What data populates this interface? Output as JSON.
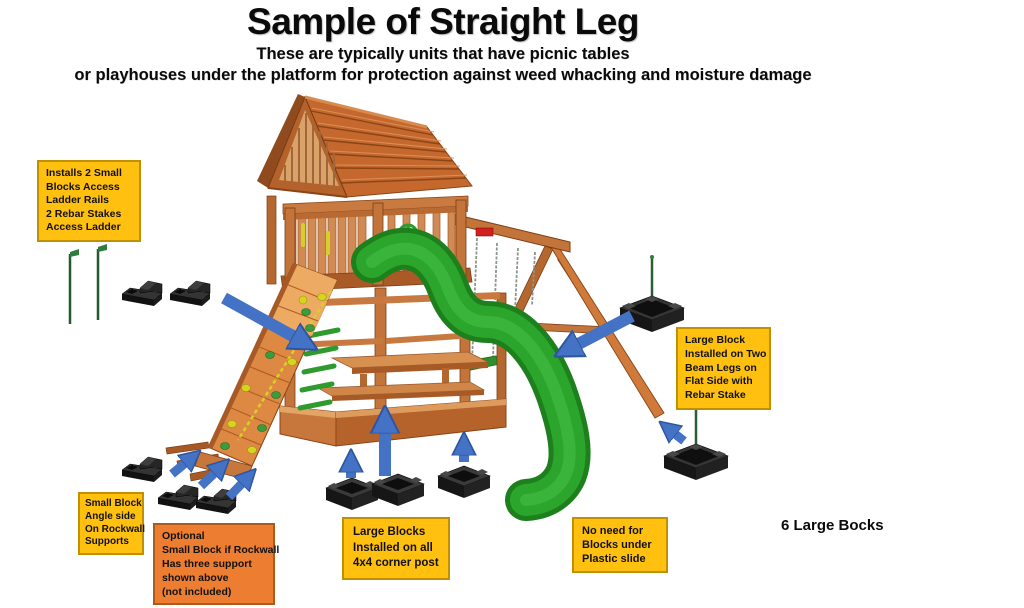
{
  "page": {
    "title": "Sample of Straight Leg",
    "subtitle_line1": "These are typically units that have picnic tables",
    "subtitle_line2": "or playhouses under the platform for protection against weed whacking and moisture damage"
  },
  "colors": {
    "label_yellow": "#FFC010",
    "label_yellow_border": "#BF9000",
    "label_orange": "#ED7D31",
    "label_orange_border": "#AC5A1E",
    "arrow_blue": "#4472C4",
    "wood_mid": "#C8773C",
    "roof_orange": "#C4682E",
    "slide_green": "#2CA52C",
    "block_black": "#1E1E1E",
    "stake_green": "#2E6B3A",
    "brand_badge_red": "#CF1F1F"
  },
  "annotations": {
    "installs": {
      "lines": [
        "Installs 2 Small",
        "Blocks Access",
        "Ladder Rails",
        "2 Rebar Stakes",
        "Access Ladder"
      ]
    },
    "large_block_beam": {
      "lines": [
        "Large Block",
        "Installed on Two",
        "Beam Legs on",
        "Flat Side with",
        "Rebar Stake"
      ]
    },
    "small_block_rockwall": {
      "lines": [
        "Small Block",
        "Angle side",
        "On Rockwall",
        "Supports"
      ]
    },
    "optional": {
      "lines": [
        "Optional",
        "Small Block if Rockwall",
        "Has three support",
        "shown above",
        "(not included)"
      ]
    },
    "large_blocks_corner": {
      "lines": [
        "Large Blocks",
        "Installed on all",
        "4x4 corner post"
      ]
    },
    "no_need": {
      "lines": [
        "No need for",
        "Blocks under",
        "Plastic slide"
      ]
    },
    "count_note": "6 Large Bocks"
  }
}
